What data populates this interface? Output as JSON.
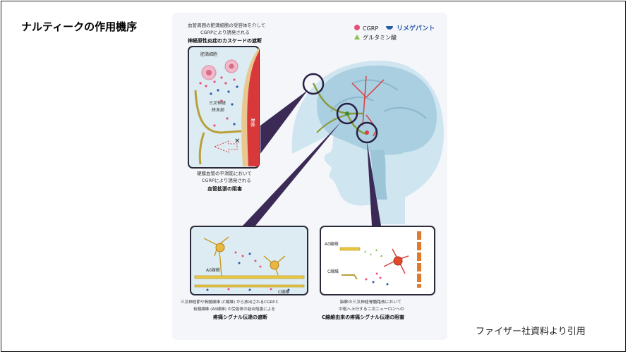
{
  "slide": {
    "title": "ナルティークの作用機序",
    "credit": "ファイザー社資料より引用"
  },
  "legend": {
    "cgrp": "CGRP",
    "rimegepant": "リメゲパント",
    "glutamate": "グルタミン酸"
  },
  "panel_top": {
    "caption_l1": "血管周囲の肥満細胞の受容体を介して",
    "caption_l2": "CGRPにより誘発される",
    "caption_title": "神経原性炎症のカスケードの遮断",
    "label_mast_cell": "肥満細胞",
    "label_trigeminal_1": "三叉神経",
    "label_trigeminal_2": "終末部",
    "label_artery": "動脈",
    "bottom_l1": "硬膜血管の平滑筋において",
    "bottom_l2": "CGRPにより誘発される",
    "bottom_title": "血管拡張の阻害",
    "colors": {
      "artery": "#d8383a",
      "nerve": "#b8a03a",
      "panel_bg": "#dcecf2"
    }
  },
  "panel_left": {
    "label_a_delta": "Aδ線維",
    "label_c": "C線維",
    "caption_l1": "三叉神経節や無髄線維 (C線維) から放出されるCGRPと",
    "caption_l2": "有髄線維 (Aδ線維) の受容体の結合阻害による",
    "caption_title": "疼痛シグナル伝達の遮断"
  },
  "panel_right": {
    "label_a_delta": "Aδ線維",
    "label_c": "C線維",
    "caption_l1": "脳幹の三叉神経脊髄路核において",
    "caption_l2": "中枢へ上行する二次ニューロンへの",
    "caption_title": "C線維由来の疼痛シグナル伝達の阻害"
  },
  "colors": {
    "cgrp": "#e8507a",
    "rimegepant": "#2a5aa8",
    "glutamate": "#8cc04a",
    "highlight": "#3a2a55"
  }
}
